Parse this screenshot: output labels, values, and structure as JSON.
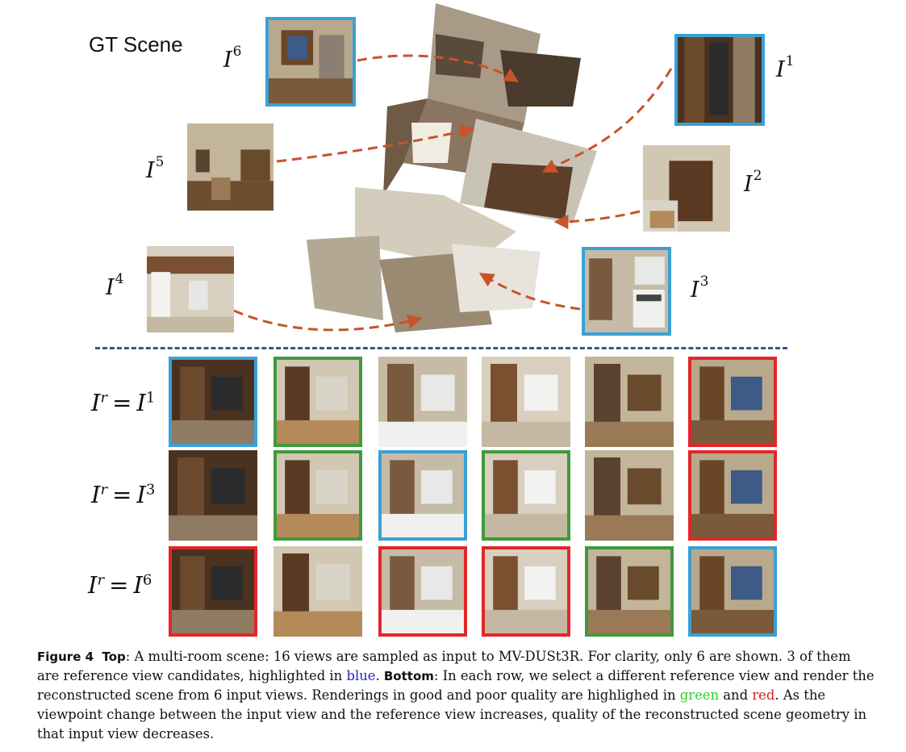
{
  "figure": {
    "gt_title": "GT Scene",
    "top_labels": [
      {
        "id": "I6",
        "base": "I",
        "sup": "6"
      },
      {
        "id": "I1",
        "base": "I",
        "sup": "1"
      },
      {
        "id": "I5",
        "base": "I",
        "sup": "5"
      },
      {
        "id": "I2",
        "base": "I",
        "sup": "2"
      },
      {
        "id": "I4",
        "base": "I",
        "sup": "4"
      },
      {
        "id": "I3",
        "base": "I",
        "sup": "3"
      }
    ],
    "rows": [
      {
        "label_base": "I",
        "label_sup": "r",
        "eq": "=",
        "ref_base": "I",
        "ref_sup": "1",
        "frames": [
          "blue",
          "green",
          "none",
          "none",
          "none",
          "red"
        ]
      },
      {
        "label_base": "I",
        "label_sup": "r",
        "eq": "=",
        "ref_base": "I",
        "ref_sup": "3",
        "frames": [
          "none",
          "green",
          "blue",
          "green",
          "none",
          "red"
        ]
      },
      {
        "label_base": "I",
        "label_sup": "r",
        "eq": "=",
        "ref_base": "I",
        "ref_sup": "6",
        "frames": [
          "red",
          "none",
          "red",
          "red",
          "green",
          "blue"
        ]
      }
    ],
    "colors": {
      "blue": "#3aa0d6",
      "green": "#3f9a3b",
      "red": "#e2262a",
      "arrow": "#c8532a",
      "divider": "#2d5b8a"
    }
  },
  "caption": {
    "fig_label": "Figure 4",
    "top_label": "Top",
    "part1": ": A multi-room scene: 16 views are sampled as input to MV-DUSt3R. For clarity, only 6 are shown. 3 of them are reference view candidates, highlighted in ",
    "blue_word": "blue",
    "part2": ". ",
    "bottom_label": "Bottom",
    "part3": ": In each row, we select a different reference view and render the reconstructed scene from 6 input views. Renderings in good and poor quality are highlighed in ",
    "green_word": "green",
    "part4": " and ",
    "red_word": "red",
    "part5": ". As the viewpoint change between the input view and the reference view increases, quality of the reconstructed scene geometry in that input view decreases."
  }
}
